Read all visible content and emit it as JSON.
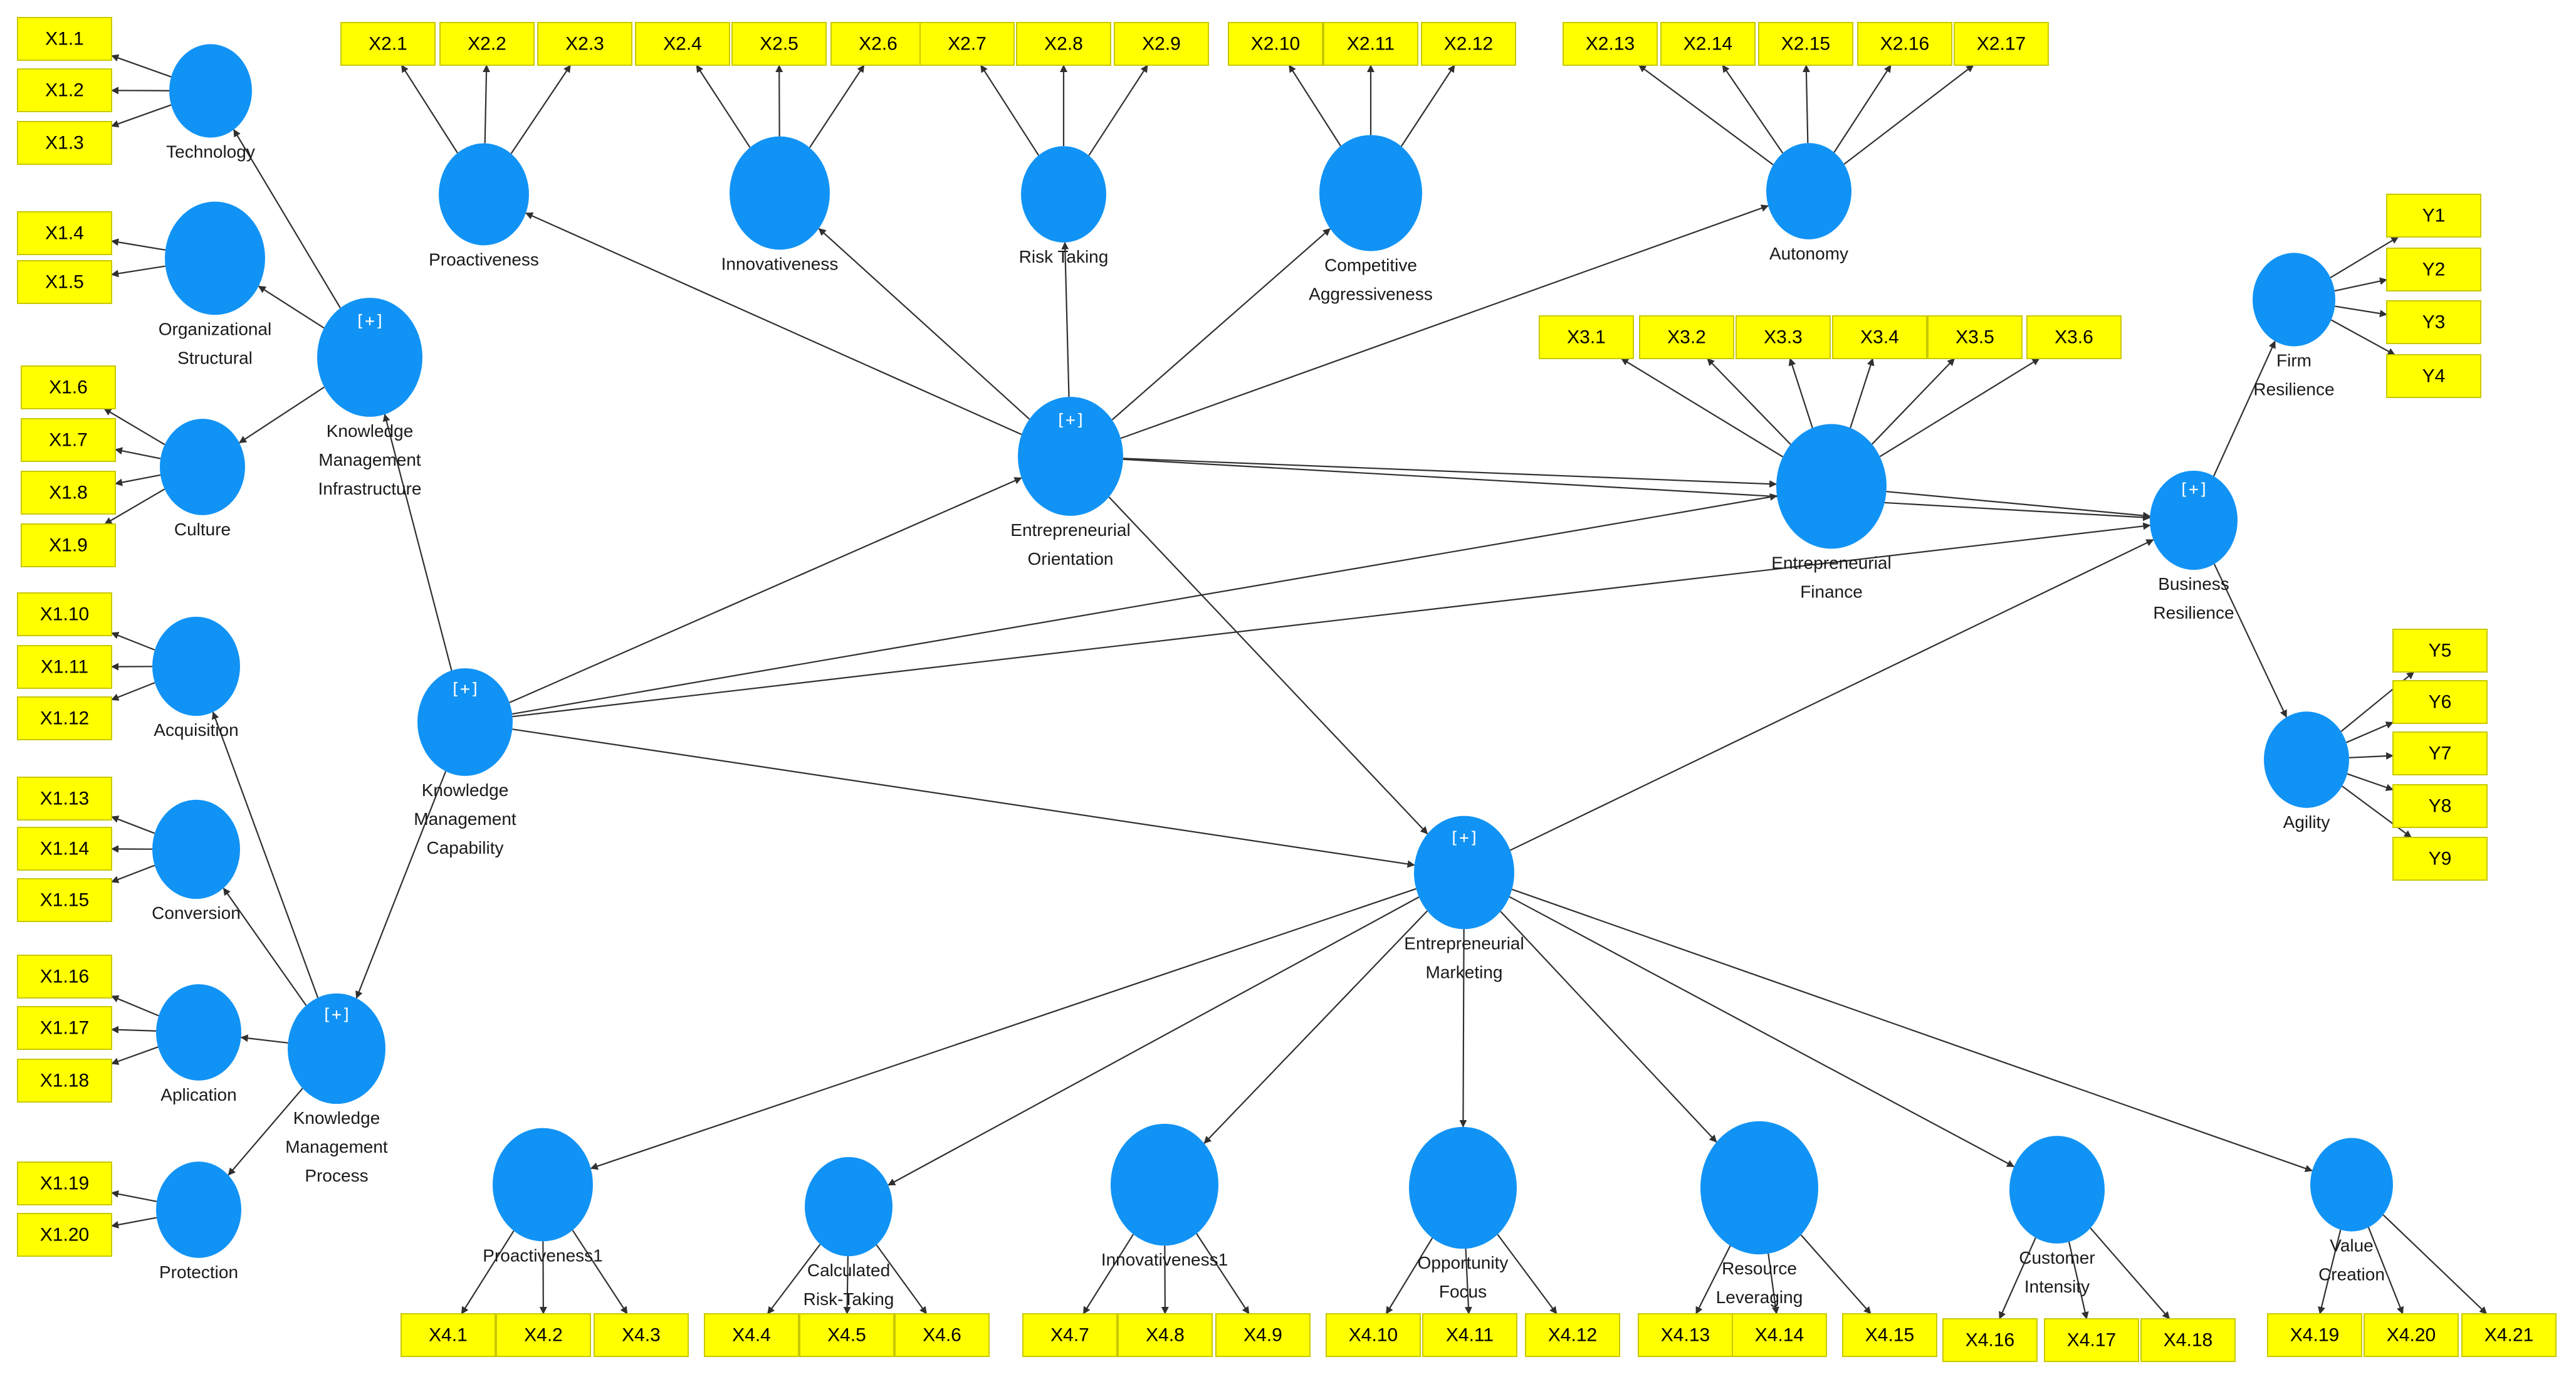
{
  "diagram": {
    "constructs": [
      {
        "id": "technology",
        "label": [
          "Technology"
        ],
        "indicators": [
          "X1.1",
          "X1.2",
          "X1.3"
        ]
      },
      {
        "id": "org_structural",
        "label": [
          "Organizational",
          "Structural"
        ],
        "indicators": [
          "X1.4",
          "X1.5"
        ]
      },
      {
        "id": "culture",
        "label": [
          "Culture"
        ],
        "indicators": [
          "X1.6",
          "X1.7",
          "X1.8",
          "X1.9"
        ]
      },
      {
        "id": "acquisition",
        "label": [
          "Acquisition"
        ],
        "indicators": [
          "X1.10",
          "X1.11",
          "X1.12"
        ]
      },
      {
        "id": "conversion",
        "label": [
          "Conversion"
        ],
        "indicators": [
          "X1.13",
          "X1.14",
          "X1.15"
        ]
      },
      {
        "id": "aplication",
        "label": [
          "Aplication"
        ],
        "indicators": [
          "X1.16",
          "X1.17",
          "X1.18"
        ]
      },
      {
        "id": "protection",
        "label": [
          "Protection"
        ],
        "indicators": [
          "X1.19",
          "X1.20"
        ]
      },
      {
        "id": "kmi",
        "label": [
          "Knowledge",
          "Management",
          "Infrastructure"
        ],
        "higher_order": true,
        "indicators": []
      },
      {
        "id": "kmp",
        "label": [
          "Knowledge",
          "Management",
          "Process"
        ],
        "higher_order": true,
        "indicators": []
      },
      {
        "id": "kmc",
        "label": [
          "Knowledge",
          "Management",
          "Capability"
        ],
        "higher_order": true,
        "indicators": []
      },
      {
        "id": "proactiveness",
        "label": [
          "Proactiveness"
        ],
        "indicators": [
          "X2.1",
          "X2.2",
          "X2.3"
        ]
      },
      {
        "id": "innovativeness",
        "label": [
          "Innovativeness"
        ],
        "indicators": [
          "X2.4",
          "X2.5",
          "X2.6"
        ]
      },
      {
        "id": "risk_taking",
        "label": [
          "Risk Taking"
        ],
        "indicators": [
          "X2.7",
          "X2.8",
          "X2.9"
        ]
      },
      {
        "id": "competitive",
        "label": [
          "Competitive",
          "Aggressiveness"
        ],
        "indicators": [
          "X2.10",
          "X2.11",
          "X2.12"
        ]
      },
      {
        "id": "autonomy",
        "label": [
          "Autonomy"
        ],
        "indicators": [
          "X2.13",
          "X2.14",
          "X2.15",
          "X2.16",
          "X2.17"
        ]
      },
      {
        "id": "eo",
        "label": [
          "Entrepreneurial",
          "Orientation"
        ],
        "higher_order": true,
        "indicators": []
      },
      {
        "id": "ef",
        "label": [
          "Entrepreneurial",
          "Finance"
        ],
        "indicators": [
          "X3.1",
          "X3.2",
          "X3.3",
          "X3.4",
          "X3.5",
          "X3.6"
        ]
      },
      {
        "id": "br",
        "label": [
          "Business",
          "Resilience"
        ],
        "higher_order": true,
        "indicators": []
      },
      {
        "id": "firm_res",
        "label": [
          "Firm",
          "Resilience"
        ],
        "indicators": [
          "Y1",
          "Y2",
          "Y3",
          "Y4"
        ]
      },
      {
        "id": "agility",
        "label": [
          "Agility"
        ],
        "indicators": [
          "Y5",
          "Y6",
          "Y7",
          "Y8",
          "Y9"
        ]
      },
      {
        "id": "em",
        "label": [
          "Entrepreneurial",
          "Marketing"
        ],
        "higher_order": true,
        "indicators": []
      },
      {
        "id": "proactiveness1",
        "label": [
          "Proactiveness1"
        ],
        "indicators": [
          "X4.1",
          "X4.2",
          "X4.3"
        ]
      },
      {
        "id": "calc_risk",
        "label": [
          "Calculated",
          "Risk-Taking"
        ],
        "indicators": [
          "X4.4",
          "X4.5",
          "X4.6"
        ]
      },
      {
        "id": "innovativeness1",
        "label": [
          "Innovativeness1"
        ],
        "indicators": [
          "X4.7",
          "X4.8",
          "X4.9"
        ]
      },
      {
        "id": "opportunity",
        "label": [
          "Opportunity",
          "Focus"
        ],
        "indicators": [
          "X4.10",
          "X4.11",
          "X4.12"
        ]
      },
      {
        "id": "resource",
        "label": [
          "Resource",
          "Leveraging"
        ],
        "indicators": [
          "X4.13",
          "X4.14",
          "X4.15"
        ]
      },
      {
        "id": "customer",
        "label": [
          "Customer",
          "Intensity"
        ],
        "indicators": [
          "X4.16",
          "X4.17",
          "X4.18"
        ]
      },
      {
        "id": "value",
        "label": [
          "Value",
          "Creation"
        ],
        "indicators": [
          "X4.19",
          "X4.20",
          "X4.21"
        ]
      }
    ],
    "higher_order_marker": "[+]",
    "paths": [
      [
        "kmi",
        "technology"
      ],
      [
        "kmi",
        "org_structural"
      ],
      [
        "kmi",
        "culture"
      ],
      [
        "kmp",
        "acquisition"
      ],
      [
        "kmp",
        "conversion"
      ],
      [
        "kmp",
        "aplication"
      ],
      [
        "kmp",
        "protection"
      ],
      [
        "kmc",
        "kmi"
      ],
      [
        "kmc",
        "kmp"
      ],
      [
        "kmc",
        "eo"
      ],
      [
        "kmc",
        "ef"
      ],
      [
        "kmc",
        "br"
      ],
      [
        "kmc",
        "em"
      ],
      [
        "eo",
        "proactiveness"
      ],
      [
        "eo",
        "innovativeness"
      ],
      [
        "eo",
        "risk_taking"
      ],
      [
        "eo",
        "competitive"
      ],
      [
        "eo",
        "autonomy"
      ],
      [
        "eo",
        "ef"
      ],
      [
        "eo",
        "br"
      ],
      [
        "eo",
        "em"
      ],
      [
        "ef",
        "br"
      ],
      [
        "br",
        "firm_res"
      ],
      [
        "br",
        "agility"
      ],
      [
        "em",
        "br"
      ],
      [
        "em",
        "proactiveness1"
      ],
      [
        "em",
        "calc_risk"
      ],
      [
        "em",
        "innovativeness1"
      ],
      [
        "em",
        "opportunity"
      ],
      [
        "em",
        "resource"
      ],
      [
        "em",
        "customer"
      ],
      [
        "em",
        "value"
      ]
    ],
    "colors": {
      "construct": "#1193f5",
      "indicator": "#ffff00",
      "arrow": "#303030"
    }
  }
}
